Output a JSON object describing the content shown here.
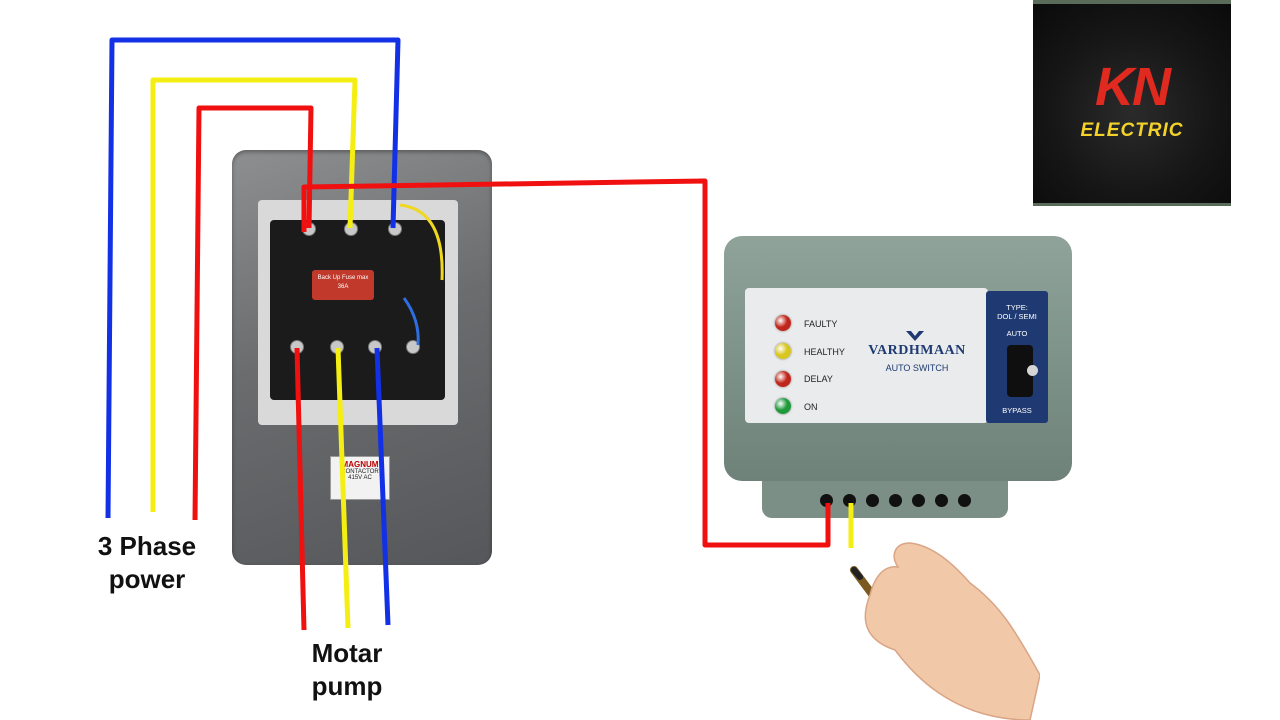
{
  "labels": {
    "power_line1": "3 Phase",
    "power_line2": "power",
    "motor_line1": "Motar",
    "motor_line2": "pump"
  },
  "auto_switch": {
    "brand": "VARDHMAAN",
    "subtitle": "AUTO SWITCH",
    "type_label_line1": "TYPE:",
    "type_label_line2": "DOL / SEMI",
    "auto_label": "AUTO",
    "bypass_label": "BYPASS",
    "indicators": [
      {
        "label": "FAULTY",
        "color": "#c0271c"
      },
      {
        "label": "HEALTHY",
        "color": "#d8c61e"
      },
      {
        "label": "DELAY",
        "color": "#c0271c"
      },
      {
        "label": "ON",
        "color": "#1f9a3a"
      }
    ]
  },
  "starter": {
    "nameplate_brand": "MAGNUM",
    "nameplate_line1": "CONTACTOR",
    "nameplate_line2": "415V AC",
    "overload_text": "Back Up Fuse max 36A"
  },
  "logo": {
    "mark": "KN",
    "text": "ELECTRIC"
  },
  "wire_colors": {
    "red": "#f01010",
    "yellow": "#f5ee12",
    "blue": "#1230e6"
  }
}
